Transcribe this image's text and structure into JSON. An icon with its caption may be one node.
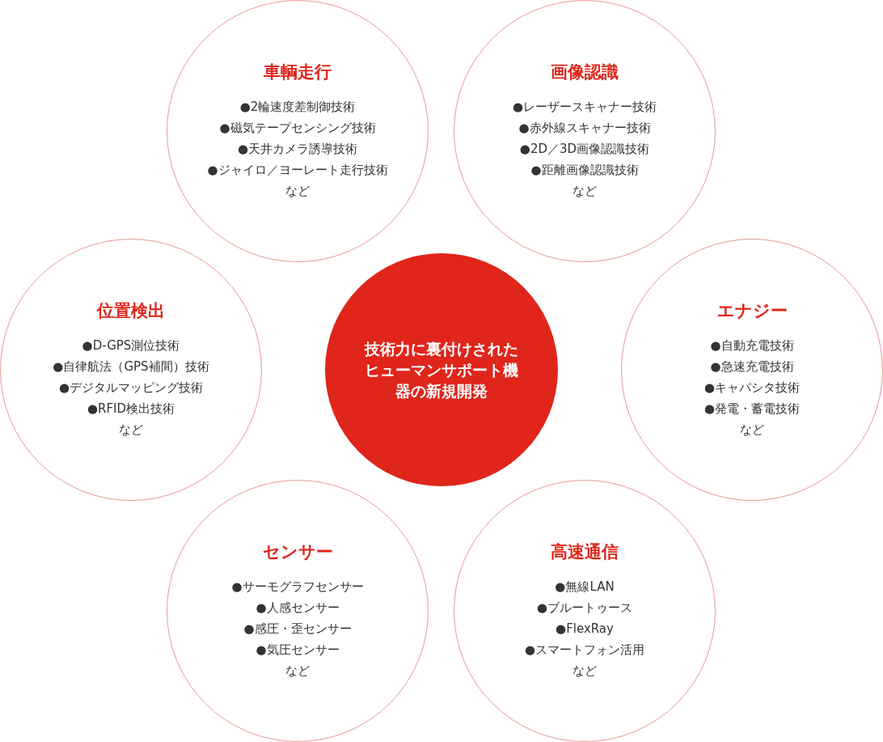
{
  "diagram": {
    "nodes": [
      {
        "text": [
          "技術力に裏付けされたヒューマンサポート機器の新規開発"
        ]
      },
      {
        "text": [
          "車輌走行",
          "●2輪速度差制御技術",
          "●磁気テープセンシング技術",
          "●天井カメラ誘導技術",
          "●ジャイロ／ヨーレート走行技術",
          "など"
        ]
      },
      {
        "text": [
          "画像認識",
          "●レーザースキャナー技術",
          "●赤外線スキャナー技術",
          "●2D／3D画像認識技術",
          "●距離画像認識技術",
          "など"
        ]
      },
      {
        "text": [
          "位置検出",
          "●D-GPS測位技術",
          "●自律航法（GPS補間）技術",
          "●デジタルマッピング技術",
          "●RFID検出技術",
          "など"
        ]
      },
      {
        "text": [
          "エナジー",
          "●自動充電技術",
          "●急速充電技術",
          "●キャパシタ技術",
          "●発電・蓄電技術",
          "など"
        ]
      },
      {
        "text": [
          "センサー",
          "●サーモグラフセンサー",
          "●人感センサー",
          "●感圧・歪センサー",
          "●気圧センサー",
          "など"
        ]
      },
      {
        "text": [
          "高速通信",
          "●無線LAN",
          "●ブルートゥース",
          "●FlexRay",
          "●スマートフォン活用",
          "など"
        ]
      }
    ],
    "edges": []
  }
}
